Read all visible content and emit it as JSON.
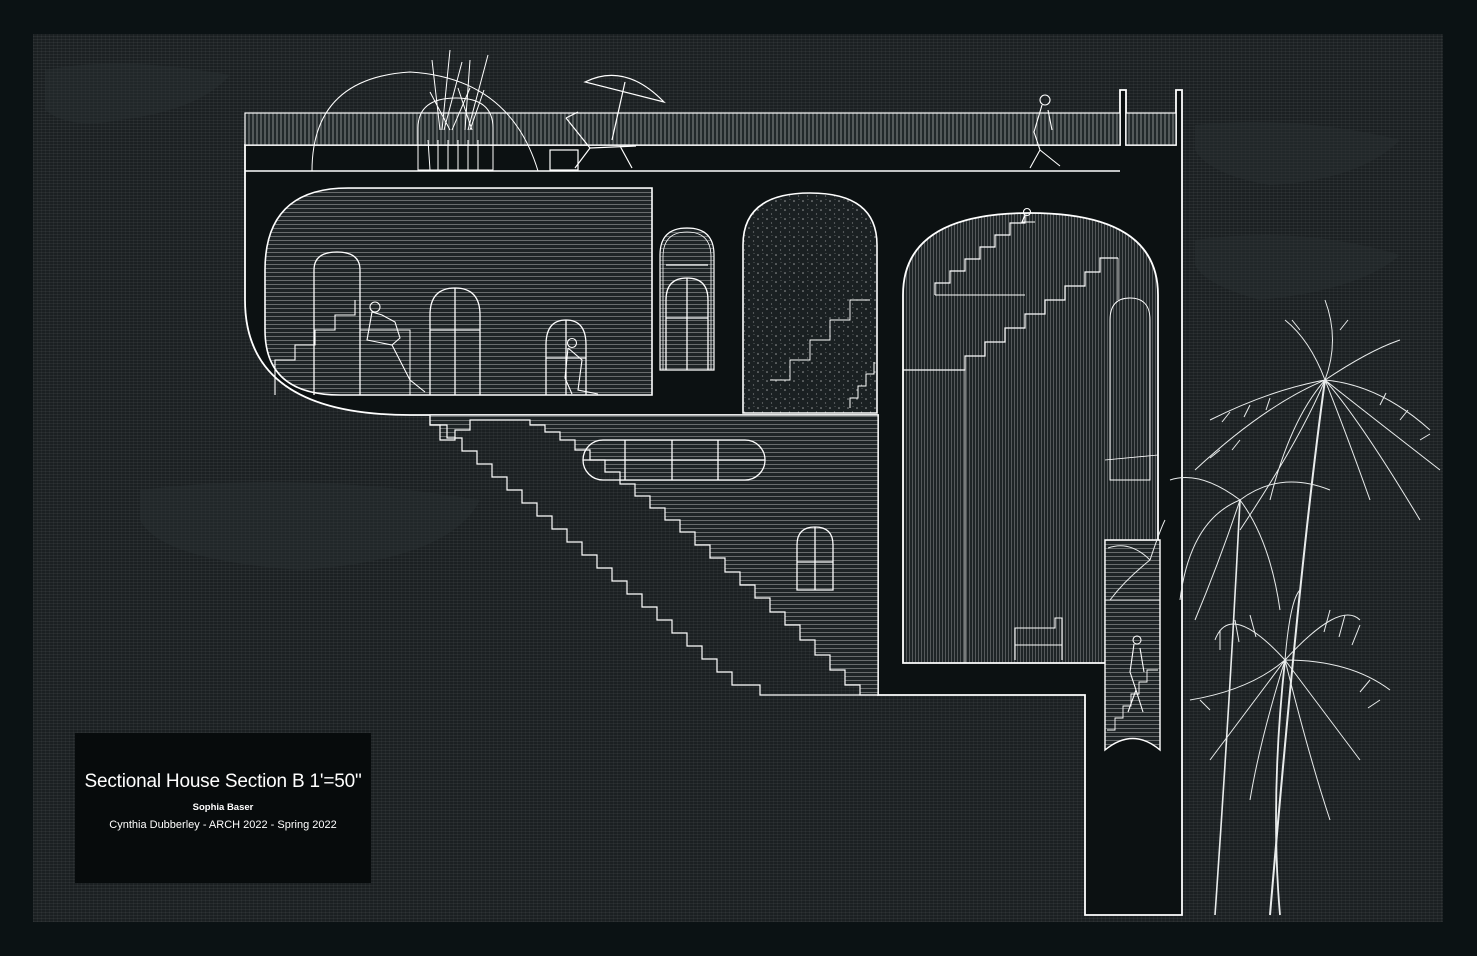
{
  "title_block": {
    "title": "Sectional House Section B 1'=50\"",
    "author": "Sophia Baser",
    "course": "Cynthia Dubberley -  ARCH 2022 - Spring 2022"
  },
  "colors": {
    "background": "#0b1214",
    "sheet": "#1b2022",
    "linework": "#ffffff",
    "section_fill": "#0c1112",
    "title_block": "#070b0c"
  },
  "icons": [
    "palm-tree-icon",
    "beach-umbrella-icon",
    "deck-chair-icon",
    "potted-grass-icon",
    "person-figure-icon",
    "armchair-icon"
  ]
}
